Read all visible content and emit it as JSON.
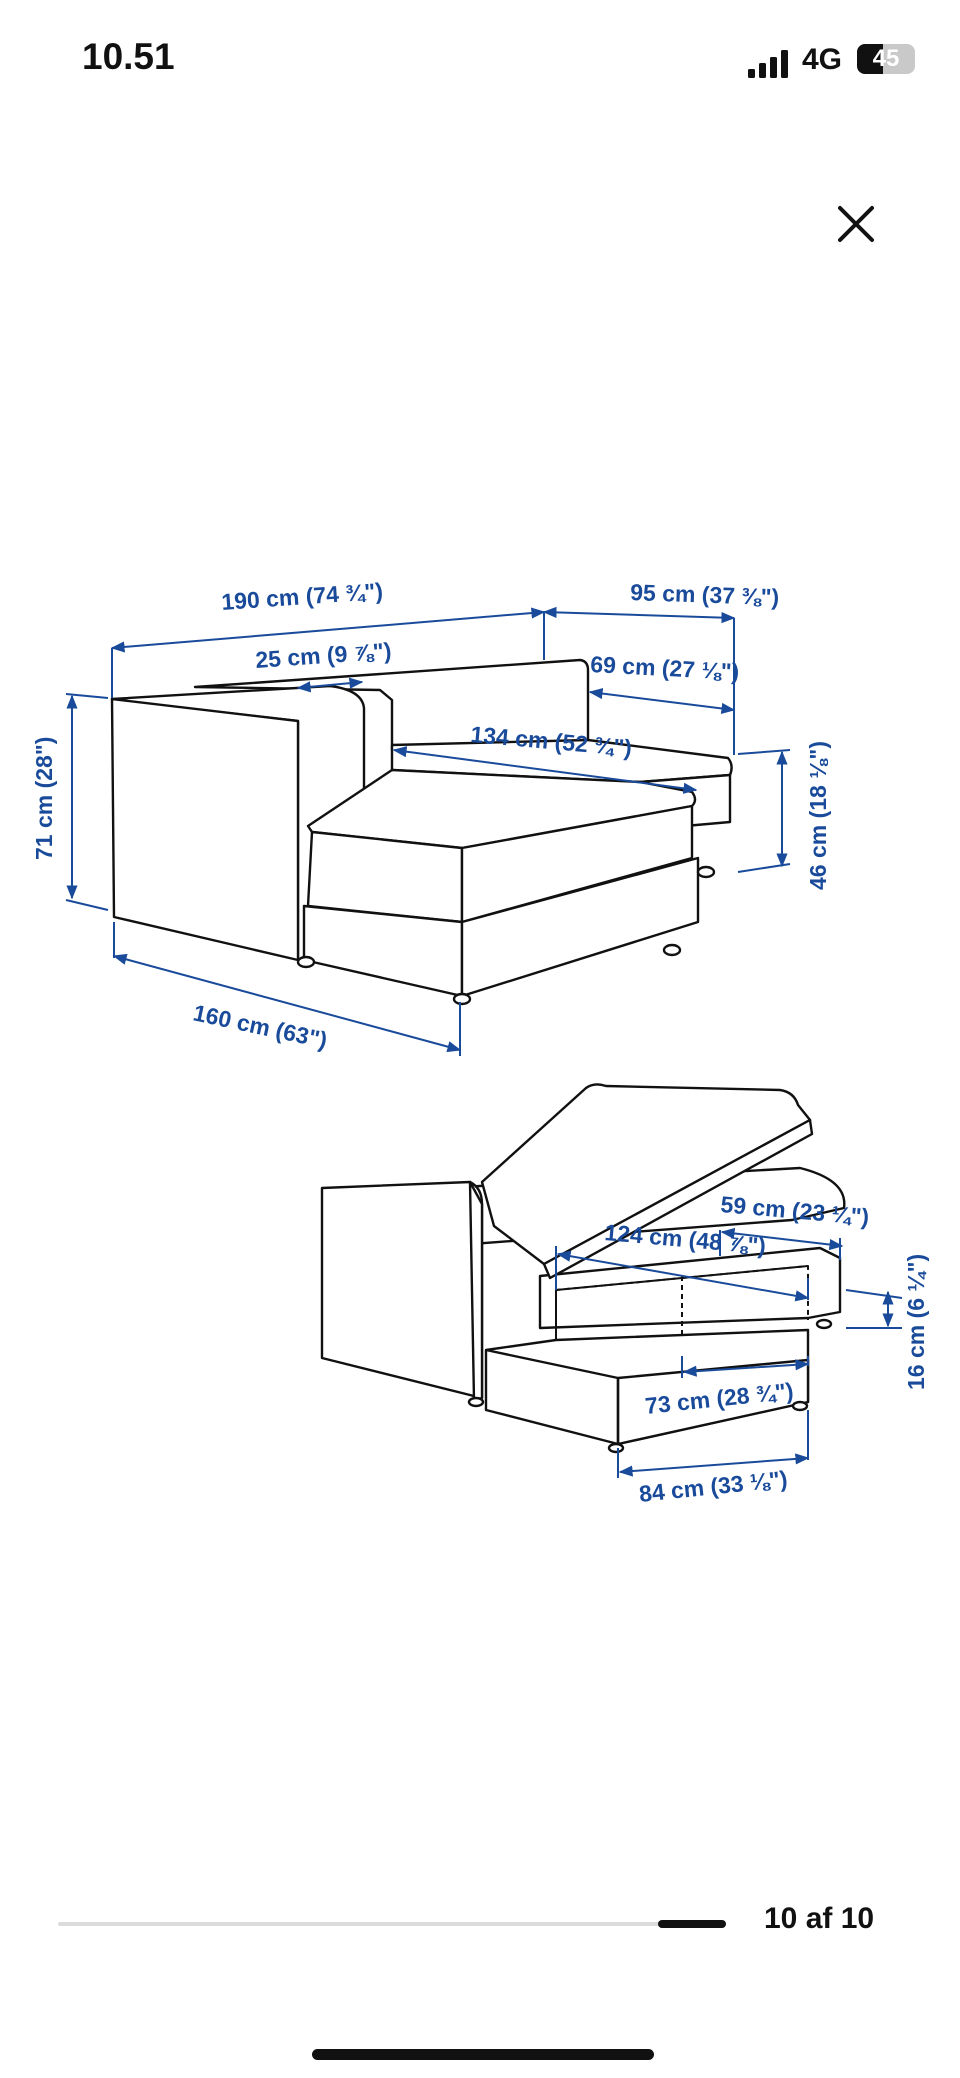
{
  "status": {
    "time": "10.51",
    "network": "4G",
    "battery": "45",
    "battery_level": 0.45
  },
  "icons": {
    "close": "close-icon",
    "signal": "signal-icon",
    "battery": "battery-icon"
  },
  "colors": {
    "dimension_blue": "#1a4b9b",
    "line": "#111111"
  },
  "diagram": {
    "top_view": {
      "width_total": "190 cm (74 ¾\")",
      "chaise_width": "95 cm (37 ⅜\")",
      "armrest_width": "25 cm (9 ⅞\")",
      "seat_depth_small": "69 cm (27 ⅛\")",
      "chaise_length": "134 cm (52 ¾\")",
      "height": "71 cm (28\")",
      "seat_height": "46 cm (18 ⅛\")",
      "depth": "160 cm (63\")"
    },
    "storage_view": {
      "storage_width": "59 cm (23 ¼\")",
      "storage_length": "124 cm (48 ⅞\")",
      "storage_height": "16 cm (6 ¼\")",
      "inner_length": "73 cm (28 ¾\")",
      "outer_length": "84 cm (33 ⅛\")"
    }
  },
  "pager": {
    "label": "10 af 10",
    "current": 10,
    "total": 10
  }
}
